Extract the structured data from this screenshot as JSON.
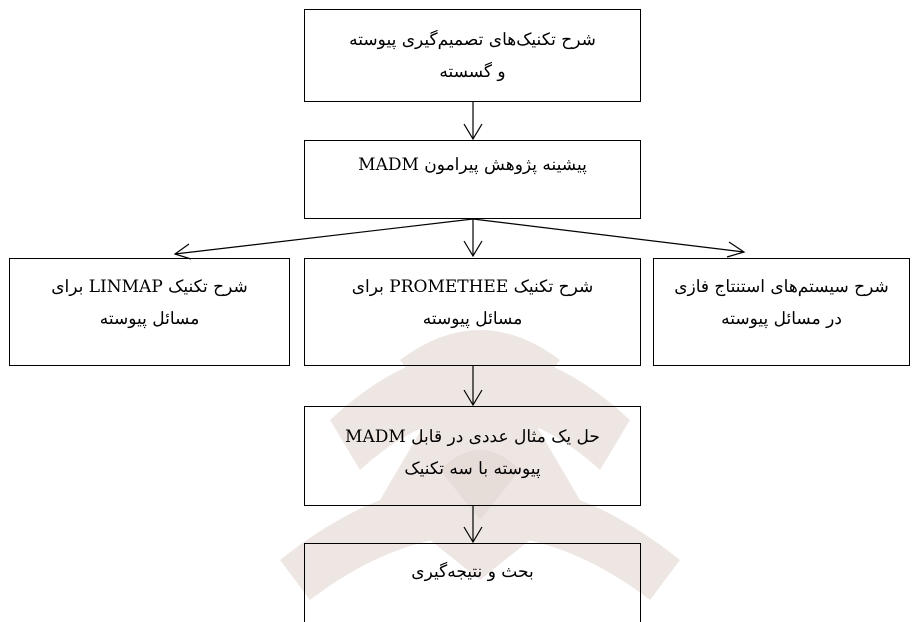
{
  "boxes": {
    "discrete_continuous": {
      "lines": [
        "شرح تکنیک‌های تصمیم‌گیری پیوسته",
        "و گسسته"
      ]
    },
    "literature": {
      "lines": [
        "پیشینه پژوهش پیرامون MADM"
      ]
    },
    "linmap": {
      "lines": [
        "شرح تکنیک LINMAP برای",
        "مسائل پیوسته"
      ]
    },
    "promethee": {
      "lines": [
        "شرح تکنیک PROMETHEE برای",
        "مسائل پیوسته"
      ]
    },
    "fuzzy": {
      "lines": [
        "شرح سیستم‌های استنتاج فازی",
        "در مسائل پیوسته"
      ]
    },
    "numerical": {
      "lines": [
        "حل یک مثال عددی در قابل MADM",
        "پیوسته با سه تکنیک"
      ]
    },
    "conclusion": {
      "lines": [
        "بحث و نتیجه‌گیری"
      ]
    }
  },
  "colors": {
    "border": "#000000",
    "watermark": "#eee6e3"
  }
}
